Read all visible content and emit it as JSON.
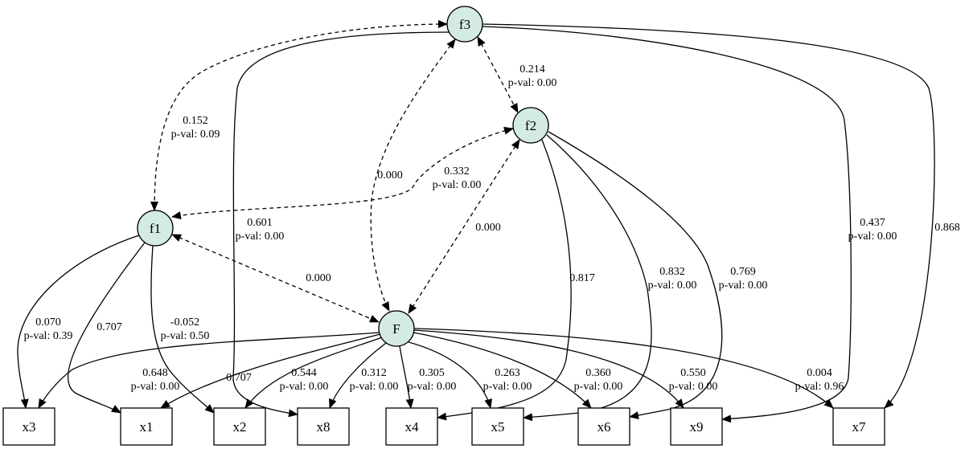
{
  "latent_nodes": [
    {
      "id": "f3",
      "label": "f3"
    },
    {
      "id": "f2",
      "label": "f2"
    },
    {
      "id": "f1",
      "label": "f1"
    },
    {
      "id": "F",
      "label": "F"
    }
  ],
  "observed_nodes": [
    {
      "id": "x3",
      "label": "x3"
    },
    {
      "id": "x1",
      "label": "x1"
    },
    {
      "id": "x2",
      "label": "x2"
    },
    {
      "id": "x8",
      "label": "x8"
    },
    {
      "id": "x4",
      "label": "x4"
    },
    {
      "id": "x5",
      "label": "x5"
    },
    {
      "id": "x6",
      "label": "x6"
    },
    {
      "id": "x9",
      "label": "x9"
    },
    {
      "id": "x7",
      "label": "x7"
    }
  ],
  "covariances": [
    {
      "from": "f3",
      "to": "f2",
      "estimate": "0.214",
      "pval": "p-val: 0.00"
    },
    {
      "from": "f3",
      "to": "f1",
      "estimate": "0.152",
      "pval": "p-val: 0.09"
    },
    {
      "from": "f3",
      "to": "F",
      "estimate": "0.000",
      "pval": ""
    },
    {
      "from": "f2",
      "to": "f1",
      "estimate": "0.332",
      "pval": "p-val: 0.00"
    },
    {
      "from": "f2",
      "to": "F",
      "estimate": "0.000",
      "pval": ""
    },
    {
      "from": "f1",
      "to": "F",
      "estimate": "0.000",
      "pval": ""
    }
  ],
  "loadings": [
    {
      "from": "f1",
      "to": "x3",
      "estimate": "0.070",
      "pval": "p-val: 0.39"
    },
    {
      "from": "f1",
      "to": "x1",
      "estimate": "0.707",
      "pval": ""
    },
    {
      "from": "f1",
      "to": "x2",
      "estimate": "-0.052",
      "pval": "p-val: 0.50"
    },
    {
      "from": "f3",
      "to": "x8",
      "estimate": "0.601",
      "pval": "p-val: 0.00"
    },
    {
      "from": "f3",
      "to": "x9",
      "estimate": "0.437",
      "pval": "p-val: 0.00"
    },
    {
      "from": "f3",
      "to": "x7",
      "estimate": "0.868",
      "pval": ""
    },
    {
      "from": "f2",
      "to": "x4",
      "estimate": "0.817",
      "pval": ""
    },
    {
      "from": "f2",
      "to": "x5",
      "estimate": "0.832",
      "pval": "p-val: 0.00"
    },
    {
      "from": "f2",
      "to": "x6",
      "estimate": "0.769",
      "pval": "p-val: 0.00"
    },
    {
      "from": "F",
      "to": "x3",
      "estimate": "0.648",
      "pval": "p-val: 0.00"
    },
    {
      "from": "F",
      "to": "x1",
      "estimate": "0.707",
      "pval": ""
    },
    {
      "from": "F",
      "to": "x2",
      "estimate": "0.544",
      "pval": "p-val: 0.00"
    },
    {
      "from": "F",
      "to": "x8",
      "estimate": "0.312",
      "pval": "p-val: 0.00"
    },
    {
      "from": "F",
      "to": "x4",
      "estimate": "0.305",
      "pval": "p-val: 0.00"
    },
    {
      "from": "F",
      "to": "x5",
      "estimate": "0.263",
      "pval": "p-val: 0.00"
    },
    {
      "from": "F",
      "to": "x6",
      "estimate": "0.360",
      "pval": "p-val: 0.00"
    },
    {
      "from": "F",
      "to": "x9",
      "estimate": "0.550",
      "pval": "p-val: 0.00"
    },
    {
      "from": "F",
      "to": "x7",
      "estimate": "0.004",
      "pval": "p-val: 0.96"
    }
  ],
  "colors": {
    "latent_fill": "#d4ebe3",
    "observed_fill": "#ffffff",
    "stroke": "#000000"
  }
}
